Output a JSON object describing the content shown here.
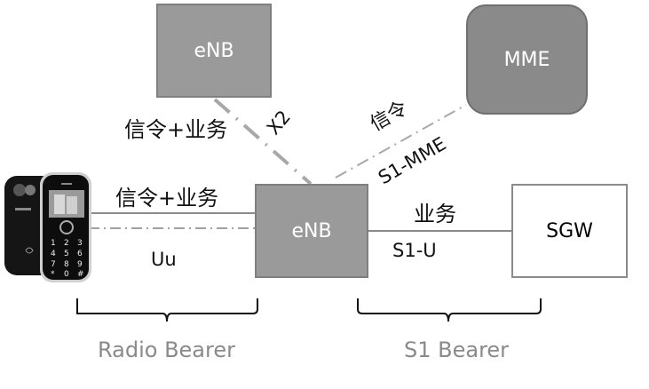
{
  "nodes": {
    "enb_top": "eNB",
    "enb_main": "eNB",
    "mme": "MME",
    "sgw": "SGW"
  },
  "links": {
    "x2": {
      "name": "X2",
      "content": "信令+业务"
    },
    "s1_mme": {
      "name": "S1-MME",
      "content": "信令"
    },
    "uu": {
      "name": "Uu",
      "content": "信令+业务"
    },
    "s1_u": {
      "name": "S1-U",
      "content": "业务"
    }
  },
  "bearers": {
    "radio": "Radio Bearer",
    "s1": "S1 Bearer"
  },
  "colors": {
    "enb_fill": "#9a9a9a",
    "mme_fill": "#8a8a8a",
    "line_gray": "#a0a0a0",
    "bearer_label": "#8a8a8a"
  },
  "device": {
    "icon": "mobile-phone-icon"
  }
}
